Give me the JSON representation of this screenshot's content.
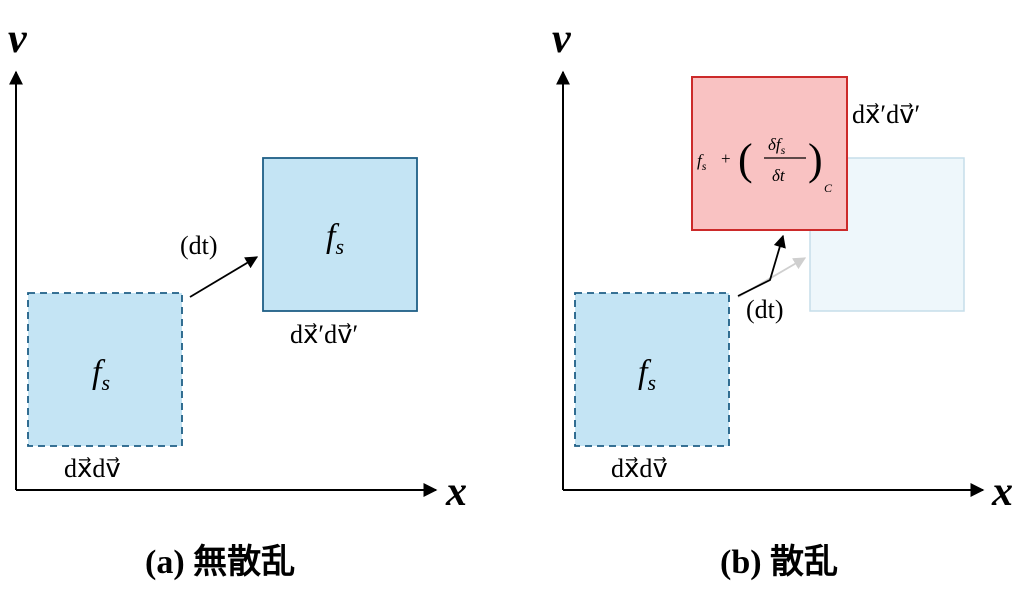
{
  "panel_a": {
    "caption": "(a) 無散乱",
    "y_axis_label": "v⃗",
    "x_axis_label": "x⃗",
    "initial_cell": {
      "label": "f",
      "subscript": "s",
      "volume_label": "dx⃗dv⃗"
    },
    "final_cell": {
      "label": "f",
      "subscript": "s",
      "volume_label": "dx⃗′dv⃗′"
    },
    "step_label": "(dt)"
  },
  "panel_b": {
    "caption": "(b) 散乱",
    "y_axis_label": "v⃗",
    "x_axis_label": "x⃗",
    "initial_cell": {
      "label": "f",
      "subscript": "s",
      "volume_label": "dx⃗dv⃗"
    },
    "scattered_cell": {
      "lhs": "f",
      "lhs_sub": "s",
      "plus": "+",
      "numerator": "δf",
      "numerator_sub": "s",
      "denominator": "δt",
      "collision_sub": "C",
      "volume_label": "dx⃗′dv⃗′"
    },
    "step_label": "(dt)"
  },
  "colors": {
    "cell_fill": "#c4e4f4",
    "cell_stroke": "#1f5f86",
    "scatter_fill": "#f9c2c2",
    "scatter_stroke": "#cc2a2a",
    "ghost_fill": "#eef7fb",
    "ghost_stroke": "#c6deea"
  }
}
